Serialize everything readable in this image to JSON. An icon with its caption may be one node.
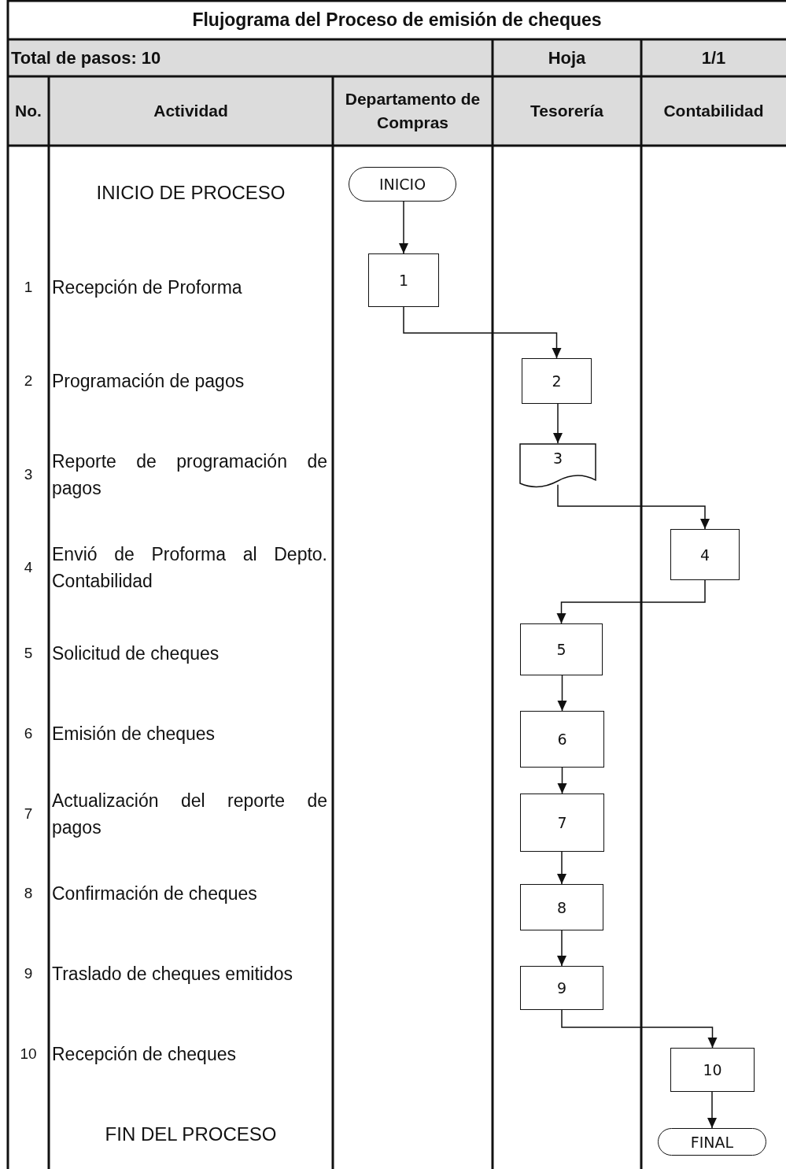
{
  "diagram": {
    "title": "Flujograma del Proceso de emisión de cheques",
    "nodes": [
      {
        "text": [
          "INICIO"
        ]
      },
      {
        "text": [
          "1"
        ]
      },
      {
        "text": [
          "2"
        ]
      },
      {
        "text": [
          "3"
        ]
      },
      {
        "text": [
          "4"
        ]
      },
      {
        "text": [
          "5"
        ]
      },
      {
        "text": [
          "6"
        ]
      },
      {
        "text": [
          "7"
        ]
      },
      {
        "text": [
          "8"
        ]
      },
      {
        "text": [
          "9"
        ]
      },
      {
        "text": [
          "10"
        ]
      },
      {
        "text": [
          "FINAL"
        ]
      }
    ],
    "edges": [
      {
        "from": 0,
        "to": 1,
        "arrow": "to"
      },
      {
        "from": 1,
        "to": 2,
        "arrow": "to"
      },
      {
        "from": 2,
        "to": 3,
        "arrow": "to"
      },
      {
        "from": 3,
        "to": 4,
        "arrow": "to"
      },
      {
        "from": 4,
        "to": 5,
        "arrow": "to"
      },
      {
        "from": 5,
        "to": 6,
        "arrow": "to"
      },
      {
        "from": 6,
        "to": 7,
        "arrow": "to"
      },
      {
        "from": 7,
        "to": 8,
        "arrow": "to"
      },
      {
        "from": 8,
        "to": 9,
        "arrow": "to"
      },
      {
        "from": 9,
        "to": 10,
        "arrow": "to"
      },
      {
        "from": 10,
        "to": 11,
        "arrow": "to"
      }
    ],
    "labels": [
      "Total de pasos: 10",
      "Hoja",
      "1/1",
      "No.",
      "Actividad",
      "Departamento de Compras",
      "Tesorería",
      "Contabilidad",
      "INICIO DE PROCESO",
      "1",
      "Recepción de Proforma",
      "2",
      "Programación de pagos",
      "3",
      "Reporte de programación de pagos",
      "4",
      "Envió de Proforma al Depto. Contabilidad",
      "5",
      "Solicitud de cheques",
      "6",
      "Emisión de cheques",
      "7",
      "Actualización del reporte de pagos",
      "8",
      "Confirmación de cheques",
      "9",
      "Traslado de cheques emitidos",
      "10",
      "Recepción de cheques",
      "FIN DEL PROCESO"
    ]
  }
}
